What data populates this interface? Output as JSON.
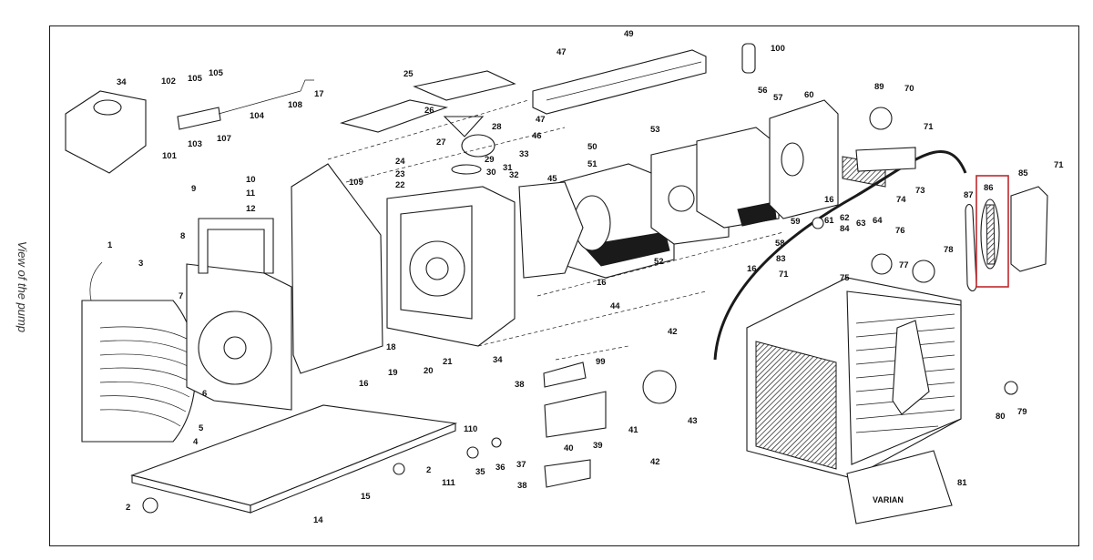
{
  "side_label": "View of the pump",
  "brand_label": "VARIAN",
  "highlight_color": "#c0282d",
  "highlighted_part": "86",
  "callouts": [
    "1",
    "2",
    "2",
    "3",
    "4",
    "5",
    "6",
    "7",
    "8",
    "9",
    "10",
    "11",
    "12",
    "14",
    "15",
    "16",
    "16",
    "16",
    "16",
    "17",
    "18",
    "19",
    "20",
    "21",
    "22",
    "23",
    "24",
    "25",
    "26",
    "27",
    "28",
    "29",
    "30",
    "31",
    "32",
    "33",
    "34",
    "34",
    "35",
    "36",
    "37",
    "38",
    "38",
    "39",
    "40",
    "41",
    "42",
    "42",
    "43",
    "44",
    "45",
    "46",
    "47",
    "47",
    "49",
    "50",
    "51",
    "52",
    "53",
    "56",
    "57",
    "58",
    "59",
    "60",
    "61",
    "62",
    "63",
    "64",
    "70",
    "71",
    "71",
    "71",
    "73",
    "74",
    "75",
    "76",
    "77",
    "78",
    "79",
    "80",
    "81",
    "83",
    "84",
    "85",
    "86",
    "87",
    "89",
    "99",
    "100",
    "101",
    "102",
    "103",
    "104",
    "105",
    "105",
    "107",
    "108",
    "109",
    "110",
    "111"
  ]
}
